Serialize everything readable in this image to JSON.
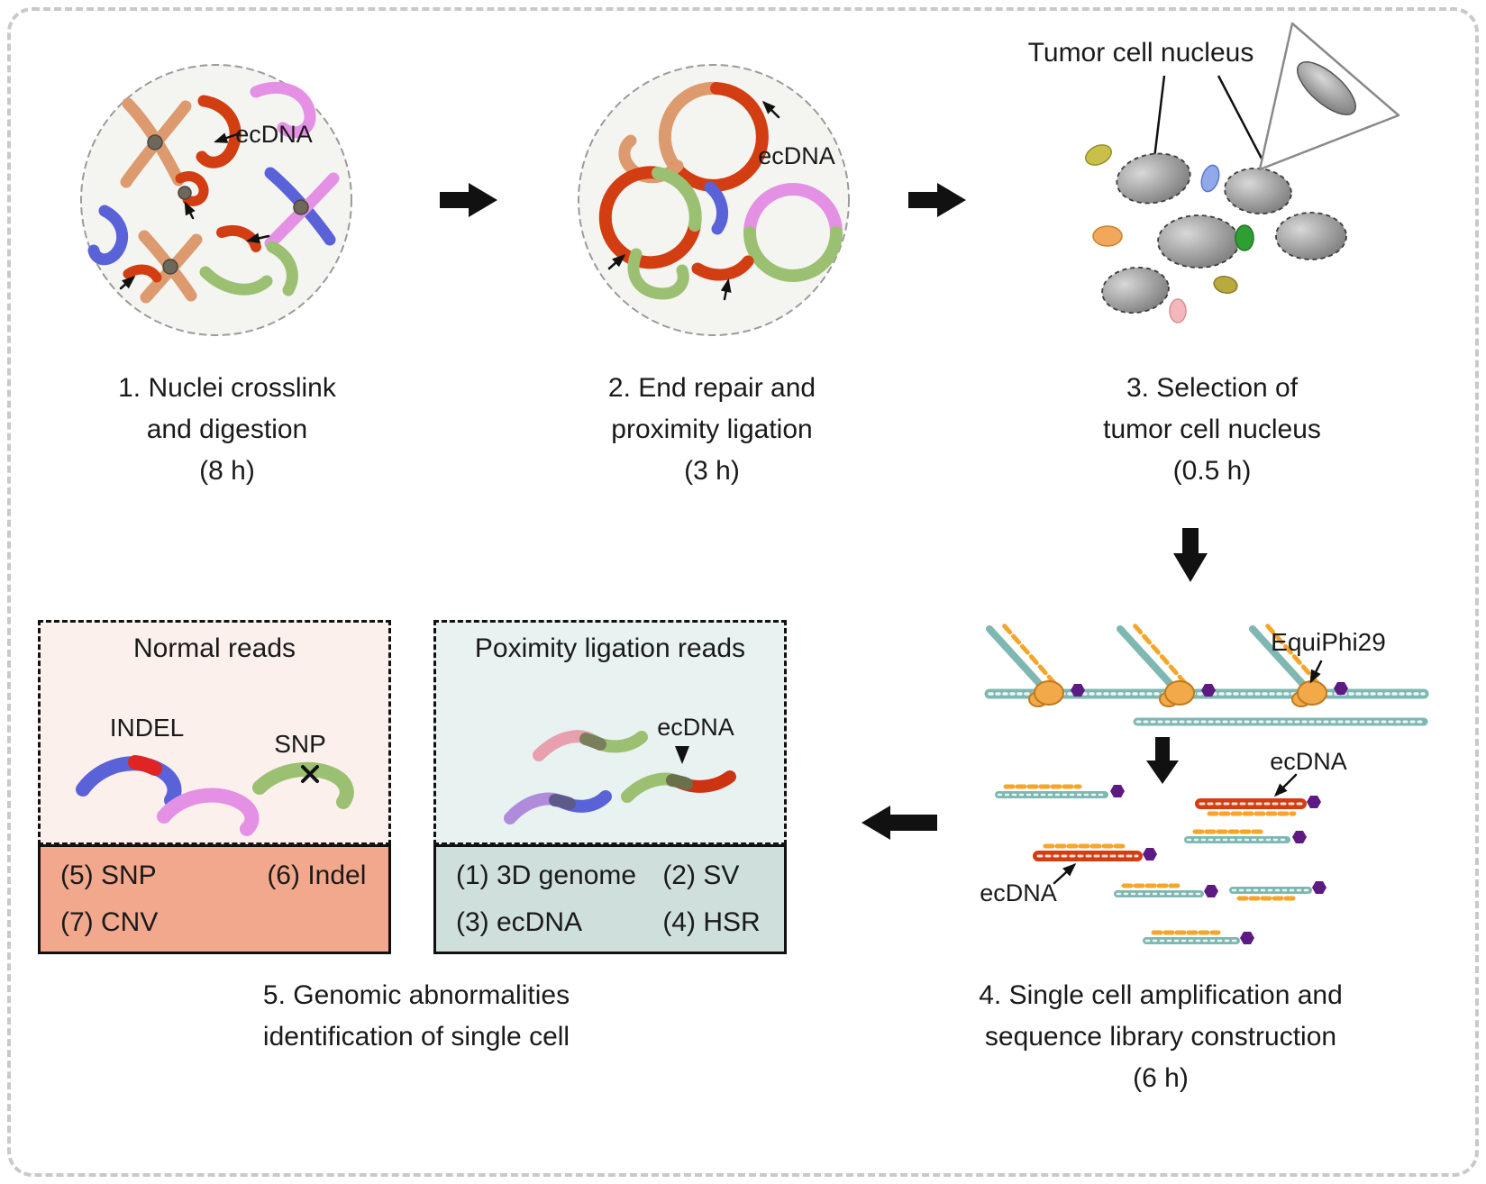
{
  "colors": {
    "chromosome_red": "#d23d12",
    "chromosome_tan": "#dc9a6e",
    "chromosome_green": "#9cc071",
    "chromosome_blue": "#5a62d8",
    "chromosome_magenta": "#e490e4",
    "dna_teal": "#7fb8b2",
    "primer_orange": "#f5a62a",
    "adapter_purple": "#5c1a82",
    "normal_result_box": "#f2a88c",
    "ligation_result_box": "#cfdfdc"
  },
  "step1": {
    "ecdna_label": "ecDNA",
    "caption": [
      "1. Nuclei crosslink",
      "and digestion",
      "(8 h)"
    ]
  },
  "step2": {
    "ecdna_label": "ecDNA",
    "caption": [
      "2. End repair and",
      "proximity ligation",
      "(3 h)"
    ]
  },
  "step3": {
    "pointer_label": "Tumor cell nucleus",
    "caption": [
      "3. Selection of",
      "tumor cell nucleus",
      "(0.5 h)"
    ]
  },
  "step4": {
    "enzyme_label": "EquiPhi29",
    "ecdna_label_upper": "ecDNA",
    "ecdna_label_lower": "ecDNA",
    "caption": [
      "4. Single cell amplification and",
      "sequence library construction",
      "(6 h)"
    ]
  },
  "step5": {
    "caption": [
      "5. Genomic abnormalities",
      "identification of single cell"
    ],
    "normal_box": {
      "title": "Normal reads",
      "indel_label": "INDEL",
      "snp_label": "SNP",
      "items": [
        "(5) SNP",
        "(6) Indel",
        "(7) CNV"
      ]
    },
    "ligation_box": {
      "title": "Poximity ligation reads",
      "ecdna_label": "ecDNA",
      "items": [
        "(1) 3D genome",
        "(2) SV",
        "(3) ecDNA",
        "(4) HSR"
      ]
    }
  }
}
